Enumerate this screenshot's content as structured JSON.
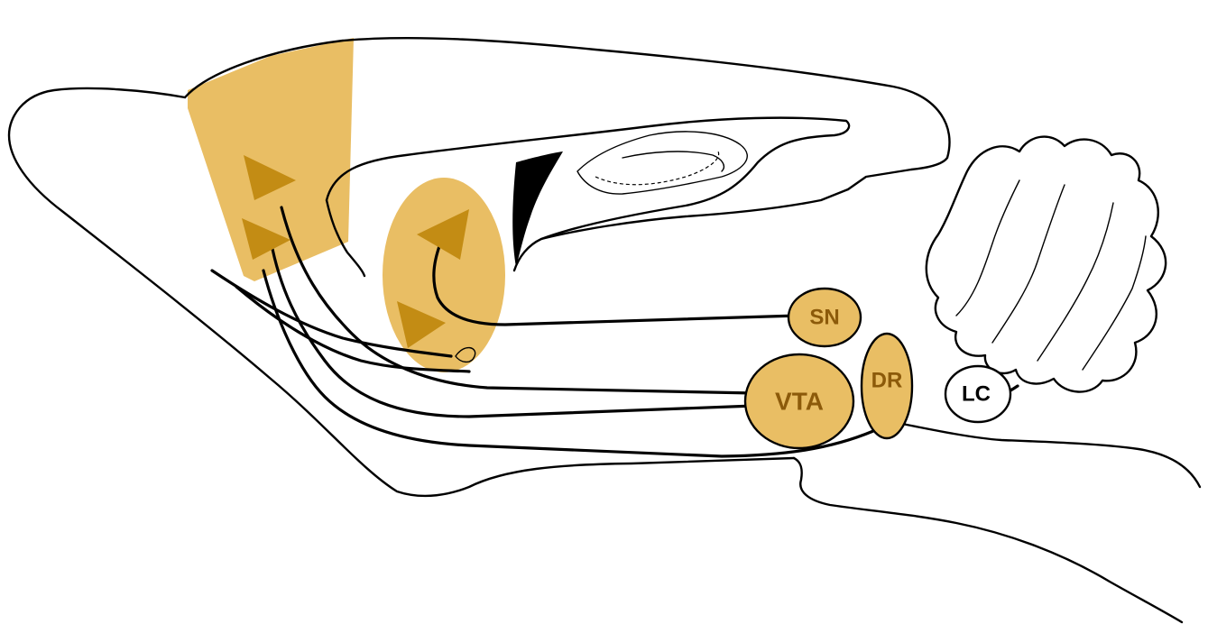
{
  "colors": {
    "region_fill": "#E9BE64",
    "arrowhead_fill": "#C38C14",
    "nucleus_label": "#8C5A0A",
    "outline": "#000000",
    "lc_fill": "#FFFFFF",
    "lc_label": "#000000"
  },
  "nuclei": {
    "sn": {
      "label": "SN"
    },
    "vta": {
      "label": "VTA"
    },
    "dr": {
      "label": "DR"
    },
    "lc": {
      "label": "LC"
    }
  }
}
